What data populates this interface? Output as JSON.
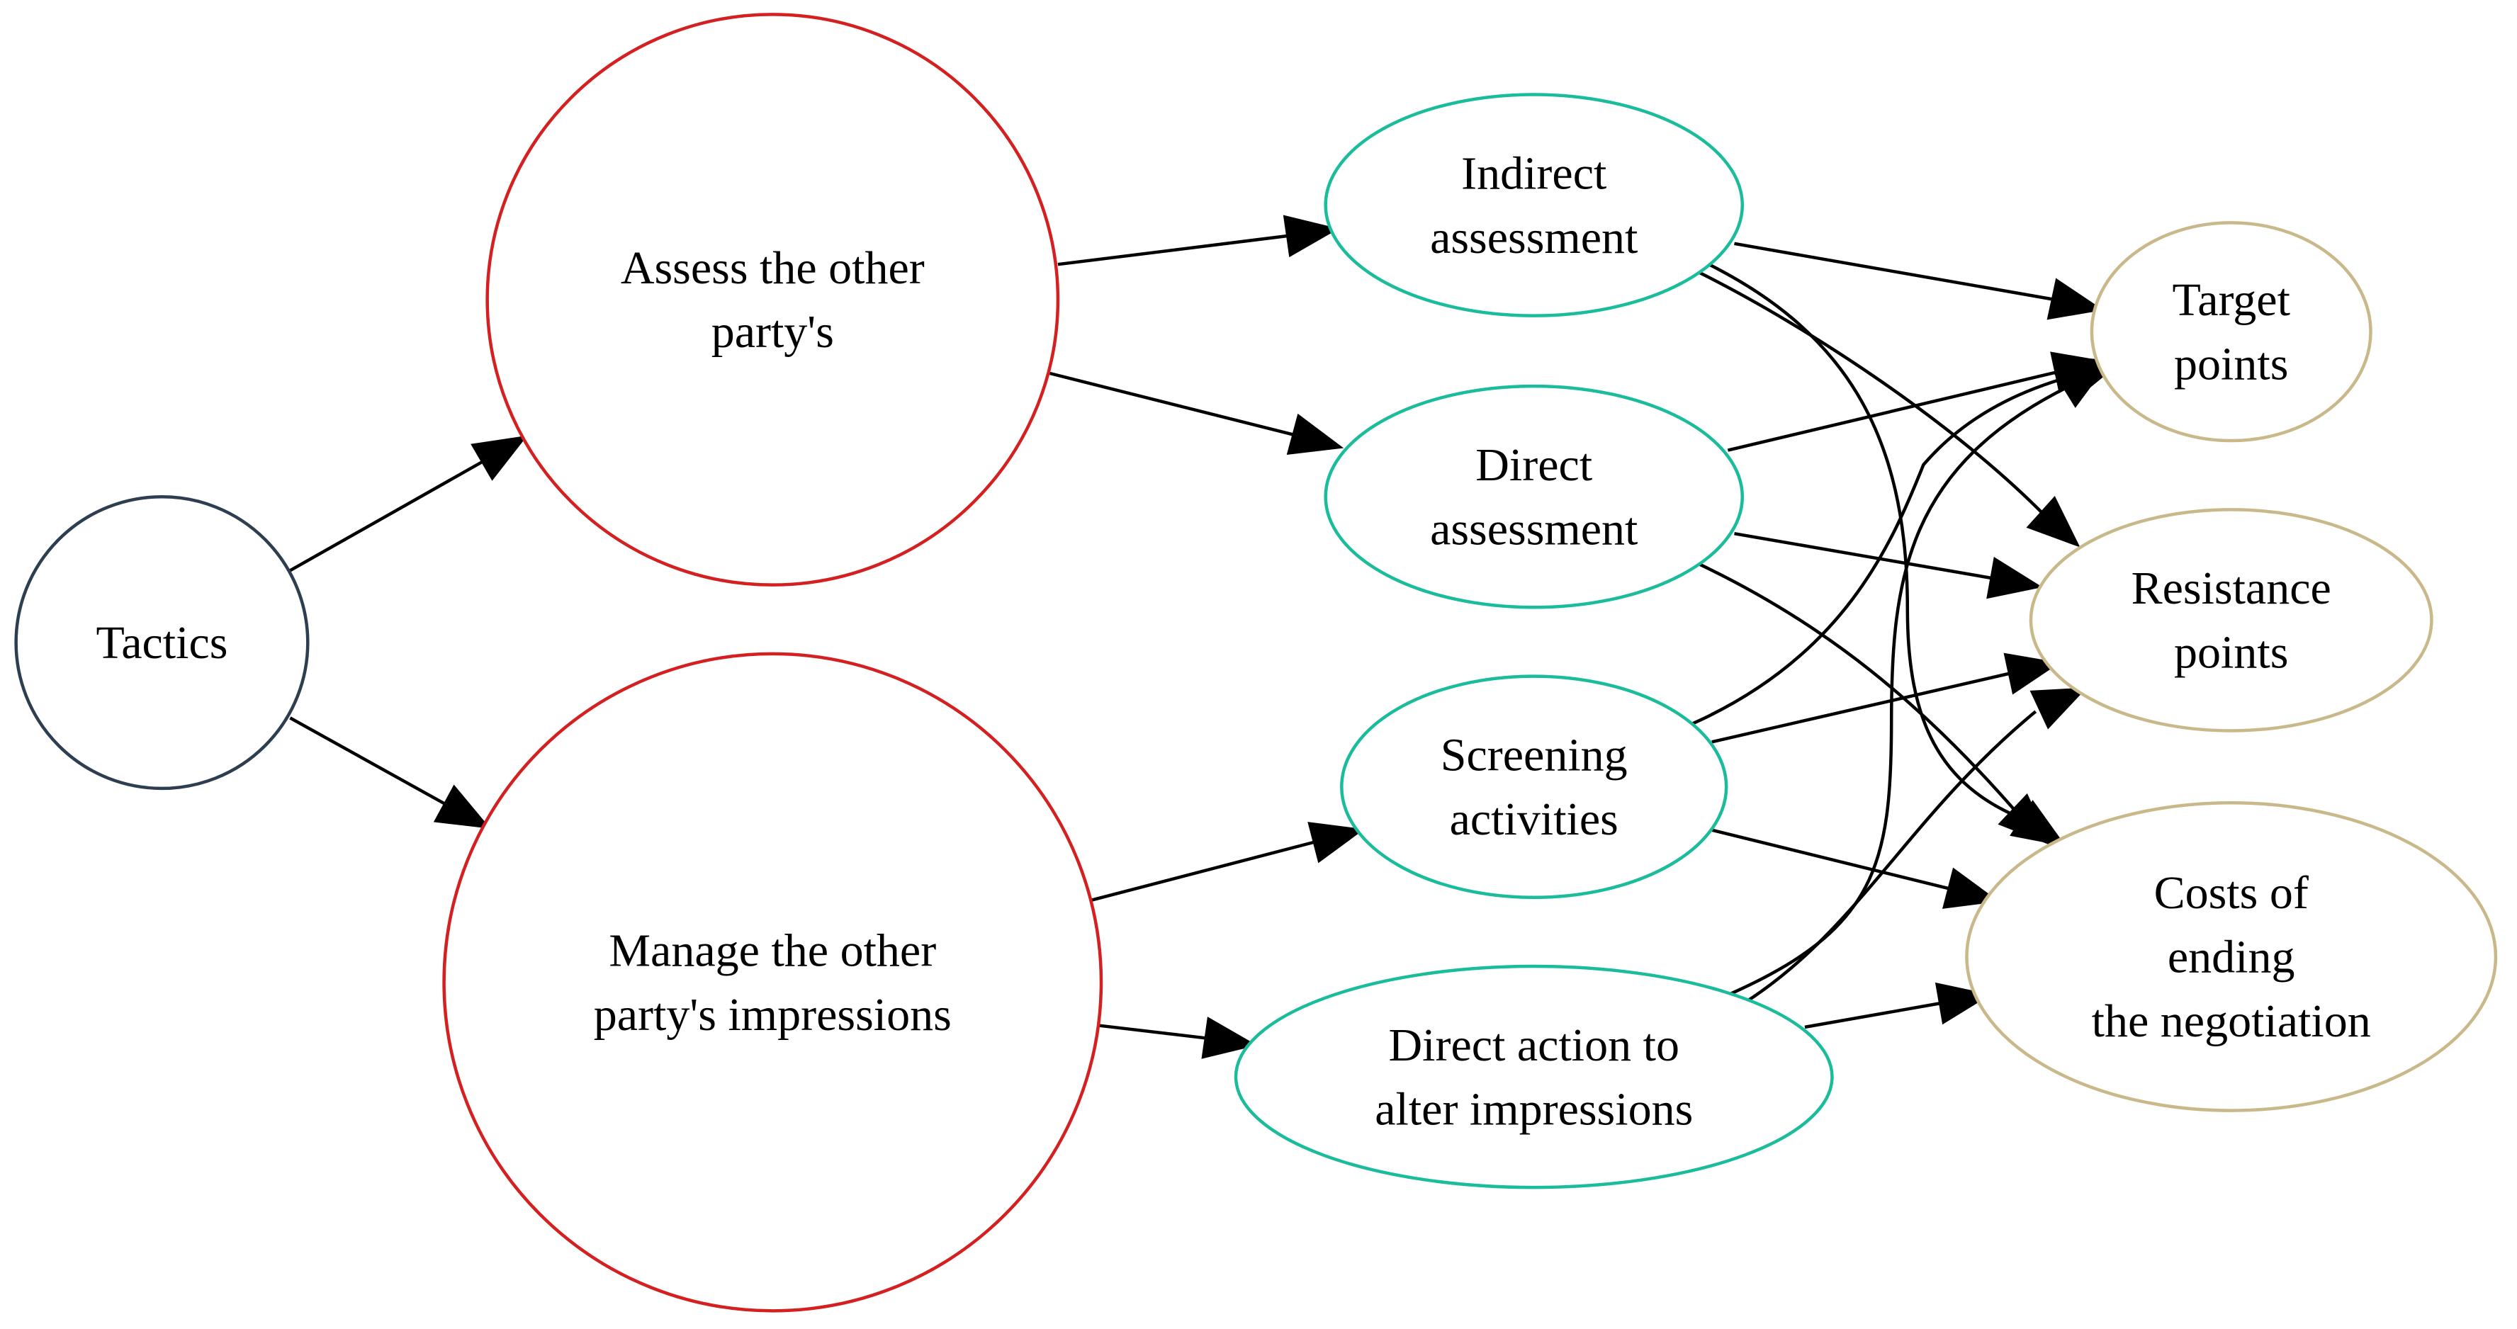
{
  "colors": {
    "root": "#2c3e50",
    "group": "#d42020",
    "method": "#1abc9c",
    "outcome": "#c8b88a",
    "edge": "#000000"
  },
  "nodes": {
    "tactics": {
      "lines": [
        "Tactics"
      ],
      "kind": "root"
    },
    "assess": {
      "lines": [
        "Assess the other",
        "party's"
      ],
      "kind": "group"
    },
    "manage": {
      "lines": [
        "Manage the other",
        "party's impressions"
      ],
      "kind": "group"
    },
    "indirect": {
      "lines": [
        "Indirect",
        "assessment"
      ],
      "kind": "method"
    },
    "direct": {
      "lines": [
        "Direct",
        "assessment"
      ],
      "kind": "method"
    },
    "screening": {
      "lines": [
        "Screening",
        "activities"
      ],
      "kind": "method"
    },
    "alter": {
      "lines": [
        "Direct action to",
        "alter impressions"
      ],
      "kind": "method"
    },
    "target": {
      "lines": [
        "Target",
        "points"
      ],
      "kind": "outcome"
    },
    "resistance": {
      "lines": [
        "Resistance",
        "points"
      ],
      "kind": "outcome"
    },
    "costs": {
      "lines": [
        "Costs of",
        "ending",
        "the negotiation"
      ],
      "kind": "outcome"
    }
  },
  "edges": [
    {
      "from": "tactics",
      "to": "assess"
    },
    {
      "from": "tactics",
      "to": "manage"
    },
    {
      "from": "assess",
      "to": "indirect"
    },
    {
      "from": "assess",
      "to": "direct"
    },
    {
      "from": "manage",
      "to": "screening"
    },
    {
      "from": "manage",
      "to": "alter"
    },
    {
      "from": "indirect",
      "to": "target"
    },
    {
      "from": "indirect",
      "to": "resistance"
    },
    {
      "from": "indirect",
      "to": "costs"
    },
    {
      "from": "direct",
      "to": "target"
    },
    {
      "from": "direct",
      "to": "resistance"
    },
    {
      "from": "direct",
      "to": "costs"
    },
    {
      "from": "screening",
      "to": "target"
    },
    {
      "from": "screening",
      "to": "resistance"
    },
    {
      "from": "screening",
      "to": "costs"
    },
    {
      "from": "alter",
      "to": "target"
    },
    {
      "from": "alter",
      "to": "resistance"
    },
    {
      "from": "alter",
      "to": "costs"
    }
  ]
}
